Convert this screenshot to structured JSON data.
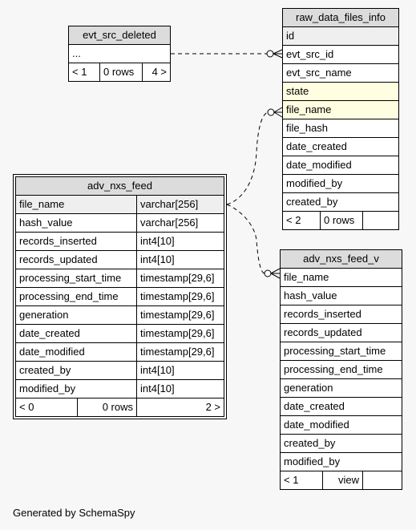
{
  "tables": {
    "evt_src_deleted": {
      "title": "evt_src_deleted",
      "rows": [
        "..."
      ],
      "footer": [
        "< 1",
        "0 rows",
        "4 >"
      ]
    },
    "raw_data_files_info": {
      "title": "raw_data_files_info",
      "rows": [
        "id",
        "evt_src_id",
        "evt_src_name",
        "state",
        "file_name",
        "file_hash",
        "date_created",
        "date_modified",
        "modified_by",
        "created_by"
      ],
      "footer": [
        "< 2",
        "0 rows",
        ""
      ]
    },
    "adv_nxs_feed": {
      "title": "adv_nxs_feed",
      "rows": [
        [
          "file_name",
          "varchar[256]"
        ],
        [
          "hash_value",
          "varchar[256]"
        ],
        [
          "records_inserted",
          "int4[10]"
        ],
        [
          "records_updated",
          "int4[10]"
        ],
        [
          "processing_start_time",
          "timestamp[29,6]"
        ],
        [
          "processing_end_time",
          "timestamp[29,6]"
        ],
        [
          "generation",
          "timestamp[29,6]"
        ],
        [
          "date_created",
          "timestamp[29,6]"
        ],
        [
          "date_modified",
          "timestamp[29,6]"
        ],
        [
          "created_by",
          "int4[10]"
        ],
        [
          "modified_by",
          "int4[10]"
        ]
      ],
      "footer": [
        "< 0",
        "0 rows",
        "2 >"
      ]
    },
    "adv_nxs_feed_v": {
      "title": "adv_nxs_feed_v",
      "rows": [
        "file_name",
        "hash_value",
        "records_inserted",
        "records_updated",
        "processing_start_time",
        "processing_end_time",
        "generation",
        "date_created",
        "date_modified",
        "created_by",
        "modified_by"
      ],
      "footer": [
        "< 1",
        "view",
        ""
      ]
    }
  },
  "generated_by": "Generated by SchemaSpy",
  "colors": {
    "header": "#dcdcdc",
    "highlight": "#fffee0",
    "background": "#f7f7f7"
  }
}
